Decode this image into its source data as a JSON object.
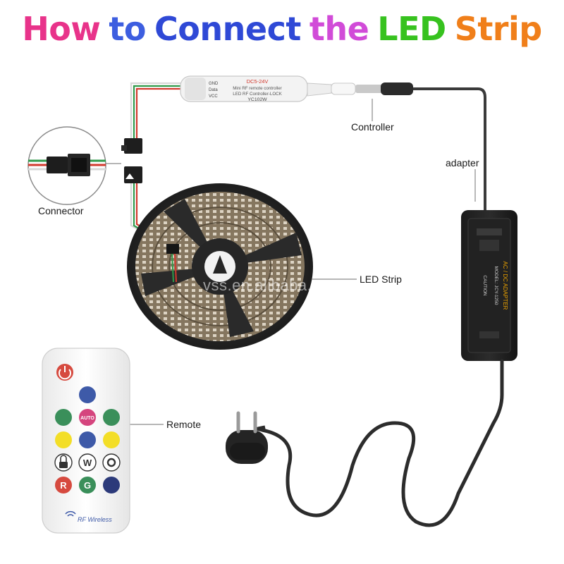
{
  "title": {
    "words": [
      {
        "text": "How",
        "color": "#e8338a"
      },
      {
        "text": "to",
        "color": "#3d5ee0"
      },
      {
        "text": "Connect",
        "color": "#2f49d6"
      },
      {
        "text": "the",
        "color": "#d14bd8"
      },
      {
        "text": "LED",
        "color": "#37c21f"
      },
      {
        "text": "Strip",
        "color": "#f07f1a"
      }
    ]
  },
  "labels": {
    "controller": "Controller",
    "adapter": "adapter",
    "connector": "Connector",
    "led_strip": "LED Strip",
    "remote": "Remote"
  },
  "controller_box": {
    "voltage": "DC5-24V",
    "line1": "Mini RF remote controller",
    "line2": "LED RF Controller-LOCK",
    "model": "YC102W",
    "pin_gnd": "GND",
    "pin_data": "Data",
    "pin_vcc": "VCC"
  },
  "adapter_box": {
    "brand_label": "AC / DC ADAPTER",
    "model": "MODEL: JCY-1250",
    "caution": "CAUTION"
  },
  "remote": {
    "buttons": {
      "auto": "AUTO",
      "w": "W",
      "r": "R",
      "g": "G"
    },
    "wireless_label": "RF Wireless"
  },
  "watermark": "vss.en.alibaba.com"
}
